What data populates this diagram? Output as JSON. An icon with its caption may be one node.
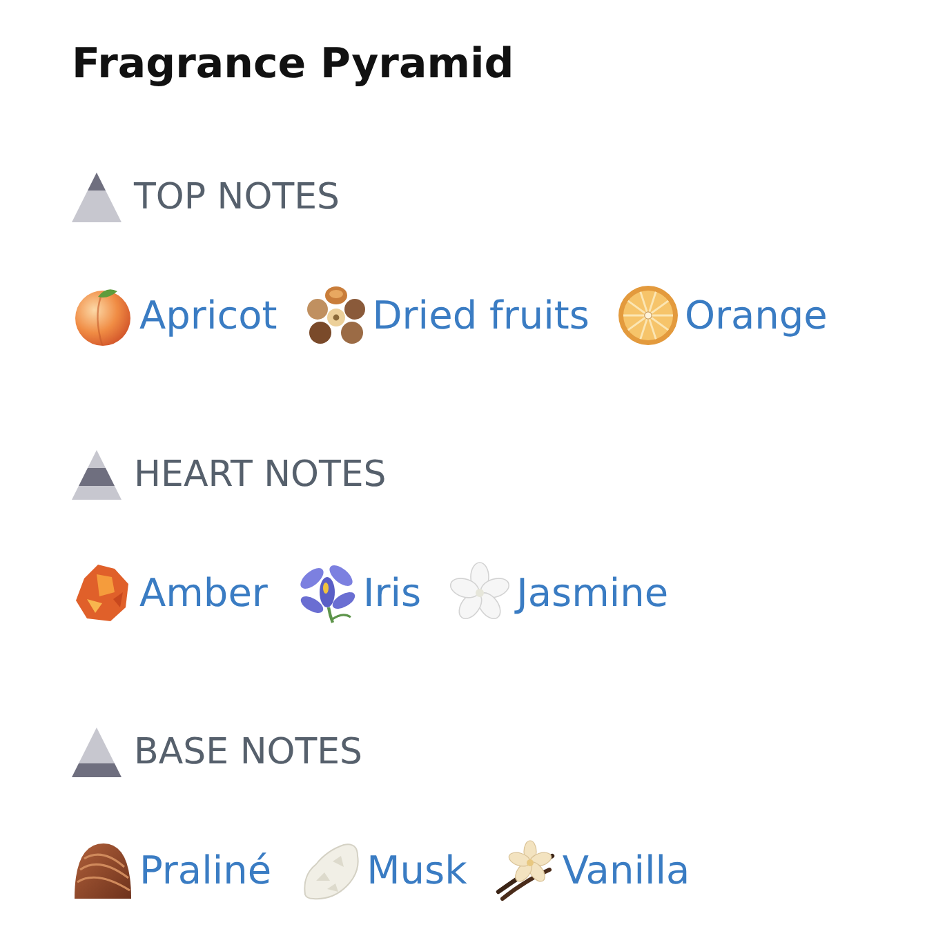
{
  "diagram": {
    "title": "Fragrance Pyramid",
    "labels": [
      "TOP NOTES",
      "Apricot",
      "Dried fruits",
      "Orange",
      "HEART NOTES",
      "Amber",
      "Iris",
      "Jasmine",
      "BASE NOTES",
      "Praliné",
      "Musk",
      "Vanilla"
    ]
  }
}
